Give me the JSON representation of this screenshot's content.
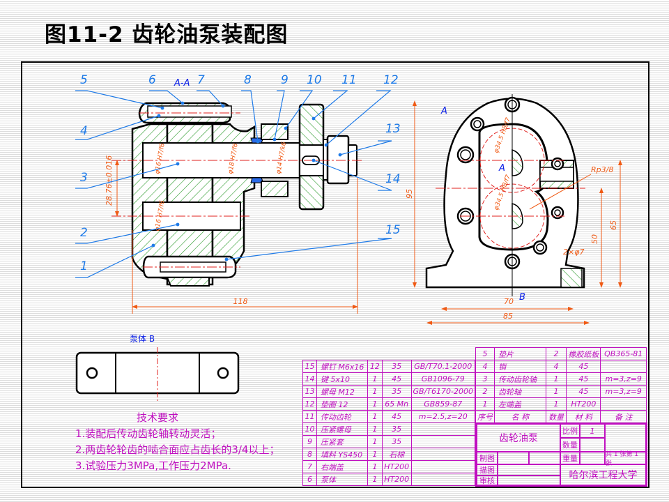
{
  "title": "图11-2  齿轮油泵装配图",
  "colors": {
    "outline": "#000000",
    "balloon": "#1f7be8",
    "dimension": "#f05a14",
    "hatch": "#2a9a2a",
    "centerline": "#e0201e",
    "section_mark": "#0b20e6",
    "table": "#c010c0"
  },
  "views": {
    "main_section_label": "A-A",
    "side_section_marks": [
      "A",
      "A",
      "B"
    ],
    "partial_view_label": "泵体 B"
  },
  "balloons": [
    "1",
    "2",
    "3",
    "4",
    "5",
    "6",
    "7",
    "8",
    "9",
    "10",
    "11",
    "12",
    "13",
    "14",
    "15"
  ],
  "dimensions": {
    "overall_length": "118",
    "center_distance": "28.76±0.016",
    "fit_1": "φ16 H7/f6",
    "fit_2": "φ16 H7/f6",
    "fit_3": "φ18 H7/f6",
    "fit_4": "φ14 H7/k6",
    "gear_bore_1": "φ34.5 H8/f7",
    "gear_bore_2": "φ34.5 H8/f7",
    "thread": "Rp3/8",
    "height_total": "95",
    "height_65": "65",
    "height_50": "50",
    "holes": "2×φ7",
    "width_70": "70",
    "width_85": "85"
  },
  "tech_requirements": {
    "heading": "技术要求",
    "items": [
      "1.装配后传动齿轮轴转动灵活；",
      "2.两齿轮轮齿的啮合面应占齿长的3/4以上；",
      "3.试验压力3MPa,工作压力2MPa."
    ]
  },
  "bom_left": [
    {
      "no": "15",
      "name": "螺钉  M6x16",
      "qty": "12",
      "material": "35",
      "note": "GB/T70.1-2000"
    },
    {
      "no": "14",
      "name": "键  5x10",
      "qty": "1",
      "material": "45",
      "note": "GB1096-79"
    },
    {
      "no": "13",
      "name": "螺母  M12",
      "qty": "1",
      "material": "35",
      "note": "GB/T6170-2000"
    },
    {
      "no": "12",
      "name": "垫圈  12",
      "qty": "1",
      "material": "65 Mn",
      "note": "GB859-87"
    },
    {
      "no": "11",
      "name": "传动齿轮",
      "qty": "1",
      "material": "45",
      "note": "m=2.5,z=20"
    },
    {
      "no": "10",
      "name": "压紧螺母",
      "qty": "1",
      "material": "35",
      "note": ""
    },
    {
      "no": "9",
      "name": "压紧套",
      "qty": "1",
      "material": "35",
      "note": ""
    },
    {
      "no": "8",
      "name": "填料 YS450",
      "qty": "1",
      "material": "石棉",
      "note": ""
    },
    {
      "no": "7",
      "name": "右端盖",
      "qty": "1",
      "material": "HT200",
      "note": ""
    },
    {
      "no": "6",
      "name": "泵体",
      "qty": "1",
      "material": "HT200",
      "note": ""
    }
  ],
  "bom_right": [
    {
      "no": "5",
      "name": "垫片",
      "qty": "2",
      "material": "橡胶纸板",
      "note": "QB365-81"
    },
    {
      "no": "4",
      "name": "销",
      "qty": "4",
      "material": "45",
      "note": ""
    },
    {
      "no": "3",
      "name": "传动齿轮轴",
      "qty": "1",
      "material": "45",
      "note": "m=3,z=9"
    },
    {
      "no": "2",
      "name": "齿轮轴",
      "qty": "1",
      "material": "45",
      "note": "m=3,z=9"
    },
    {
      "no": "1",
      "name": "左端盖",
      "qty": "1",
      "material": "HT200",
      "note": ""
    }
  ],
  "bom_header": {
    "no": "序号",
    "name": "名    称",
    "qty": "数量",
    "material": "材  料",
    "note": "备  注"
  },
  "title_block": {
    "part_name": "齿轮油泵",
    "scale_label": "比例",
    "scale_value": "1",
    "qty_label": "数量",
    "weight_label": "重量",
    "sheet": "共 1 张第 1 张",
    "drawn_label": "制图",
    "traced_label": "描图",
    "checked_label": "审核",
    "organization": "哈尔滨工程大学"
  }
}
